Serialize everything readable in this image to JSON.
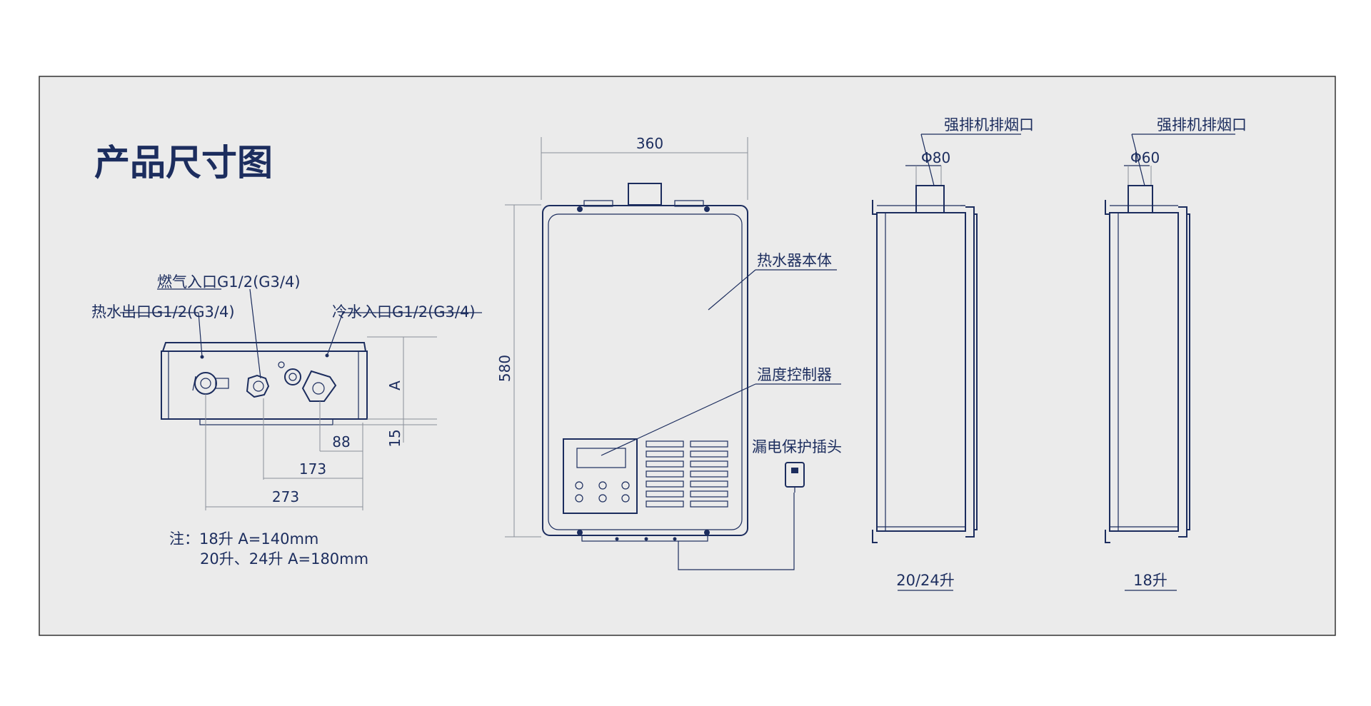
{
  "title": "产品尺寸图",
  "colors": {
    "panel_bg": "#ebebeb",
    "ink": "#1c2d5e",
    "dimension_line": "#8a8f98"
  },
  "bottom_view": {
    "gas_inlet": "燃气入口G1/2(G3/4)",
    "hot_water_outlet": "热水出口G1/2(G3/4)",
    "cold_water_inlet": "冷水入口G1/2(G3/4)",
    "dim_a": "A",
    "dim_15": "15",
    "dim_88": "88",
    "dim_173": "173",
    "dim_273": "273",
    "note_line1": "注：18升 A=140mm",
    "note_line2": "20升、24升 A=180mm"
  },
  "front_view": {
    "width": "360",
    "height": "580",
    "body_label": "热水器本体",
    "controller_label": "温度控制器",
    "plug_label": "漏电保护插头"
  },
  "side_view_2024": {
    "flue_label": "强排机排烟口",
    "diameter": "Φ80",
    "caption": "20/24升"
  },
  "side_view_18": {
    "flue_label": "强排机排烟口",
    "diameter": "Φ60",
    "caption": "18升"
  }
}
